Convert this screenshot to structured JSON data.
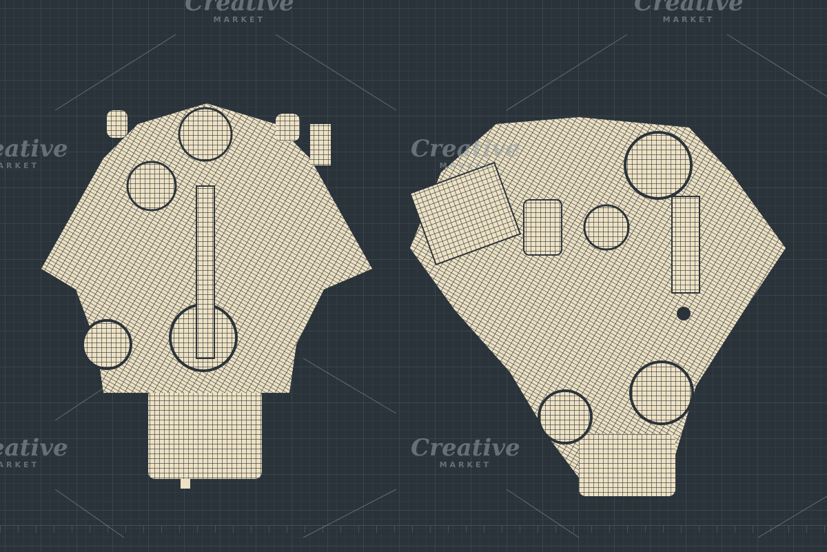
{
  "watermark": {
    "brand": "Creative",
    "sub": "MARKET"
  },
  "colors": {
    "background": "#2b333a",
    "grid": "#39444c",
    "drawing": "#eee2c4"
  },
  "illustrations": [
    {
      "name": "engine-front-view"
    },
    {
      "name": "engine-three-quarter-view"
    }
  ]
}
